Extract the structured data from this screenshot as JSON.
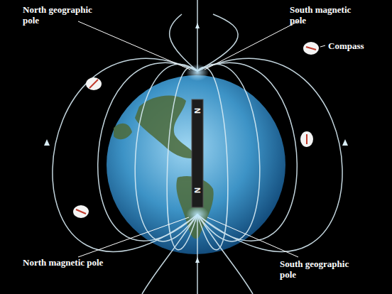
{
  "diagram": {
    "labels": [
      "North geographic pole",
      "South magnetic pole",
      "Compass",
      "N",
      "N",
      "North magnetic pole",
      "South geographic pole"
    ]
  }
}
